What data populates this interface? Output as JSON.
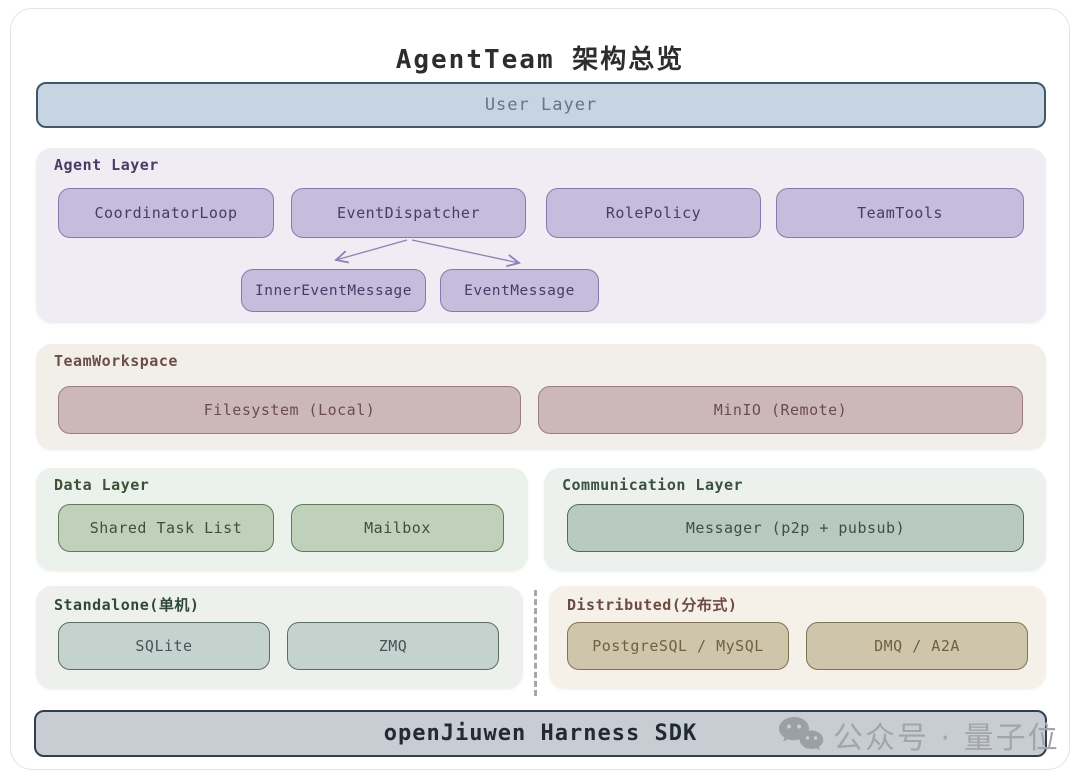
{
  "title": "AgentTeam 架构总览",
  "user_layer": {
    "label": "User Layer"
  },
  "agent_layer": {
    "label": "Agent Layer",
    "row1": [
      "CoordinatorLoop",
      "EventDispatcher",
      "RolePolicy",
      "TeamTools"
    ],
    "row2": [
      "InnerEventMessage",
      "EventMessage"
    ]
  },
  "team_workspace": {
    "label": "TeamWorkspace",
    "boxes": [
      "Filesystem (Local)",
      "MinIO (Remote)"
    ]
  },
  "data_layer": {
    "label": "Data Layer",
    "boxes": [
      "Shared Task List",
      "Mailbox"
    ]
  },
  "communication_layer": {
    "label": "Communication Layer",
    "boxes": [
      "Messager (p2p + pubsub)"
    ]
  },
  "standalone": {
    "label": "Standalone(单机)",
    "boxes": [
      "SQLite",
      "ZMQ"
    ]
  },
  "distributed": {
    "label": "Distributed(分布式)",
    "boxes": [
      "PostgreSQL / MySQL",
      "DMQ / A2A"
    ]
  },
  "sdk_bar": {
    "label": "openJiuwen Harness SDK"
  },
  "watermark": {
    "label": "公众号 · 量子位",
    "icon": "wechat-icon"
  },
  "colors": {
    "user_fill": "#c7d5e2",
    "user_border": "#41566b",
    "agent_panel": "#efecf3",
    "agent_node": "#c5bddb",
    "agent_border": "#857aae",
    "agent_text": "#453d66",
    "workspace_panel": "#f2efe9",
    "workspace_node": "#ccb8b8",
    "workspace_border": "#9b7c7c",
    "data_panel": "#ebf1eb",
    "data_node": "#c0d1bb",
    "data_border": "#5f7c57",
    "comm_panel": "#edf1ee",
    "comm_node": "#b8c9c0",
    "comm_border": "#57695f",
    "standalone_panel": "#edf0ed",
    "standalone_node": "#c4d3cd",
    "standalone_border": "#5b6d63",
    "distributed_panel": "#f5f1e8",
    "distributed_node": "#cfc5aa",
    "distributed_border": "#7d7355",
    "sdk_fill": "#c8ccd3",
    "sdk_border": "#333f4f",
    "arrow": "#8d81b5",
    "watermark": "#a2a6ab"
  }
}
